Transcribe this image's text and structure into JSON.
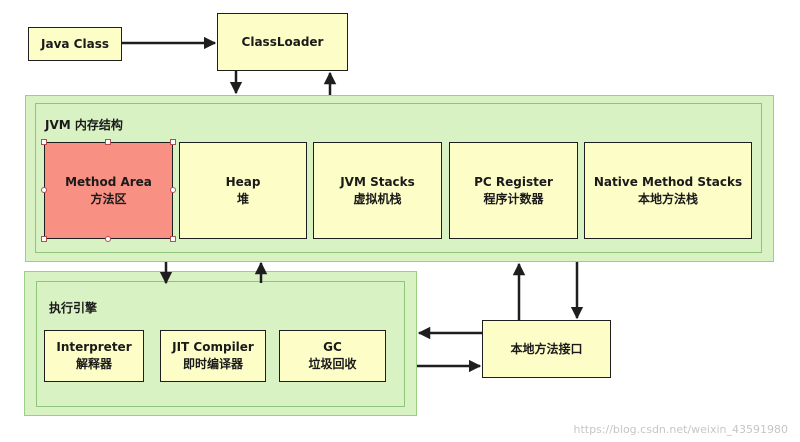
{
  "top": {
    "java_class": "Java Class",
    "class_loader": "ClassLoader"
  },
  "jvm": {
    "title": "JVM 内存结构",
    "areas": [
      {
        "en": "Method Area",
        "zh": "方法区"
      },
      {
        "en": "Heap",
        "zh": "堆"
      },
      {
        "en": "JVM Stacks",
        "zh": "虚拟机栈"
      },
      {
        "en": "PC Register",
        "zh": "程序计数器"
      },
      {
        "en": "Native Method Stacks",
        "zh": "本地方法栈"
      }
    ]
  },
  "engine": {
    "title": "执行引擎",
    "parts": [
      {
        "en": "Interpreter",
        "zh": "解释器"
      },
      {
        "en": "JIT Compiler",
        "zh": "即时编译器"
      },
      {
        "en": "GC",
        "zh": "垃圾回收"
      }
    ]
  },
  "native_interface": "本地方法接口",
  "watermark": "https://blog.csdn.net/weixin_43591980",
  "colors": {
    "box_fill": "#fdfdc8",
    "region_fill": "#d9f2c4",
    "method_area_fill": "#f89083"
  }
}
